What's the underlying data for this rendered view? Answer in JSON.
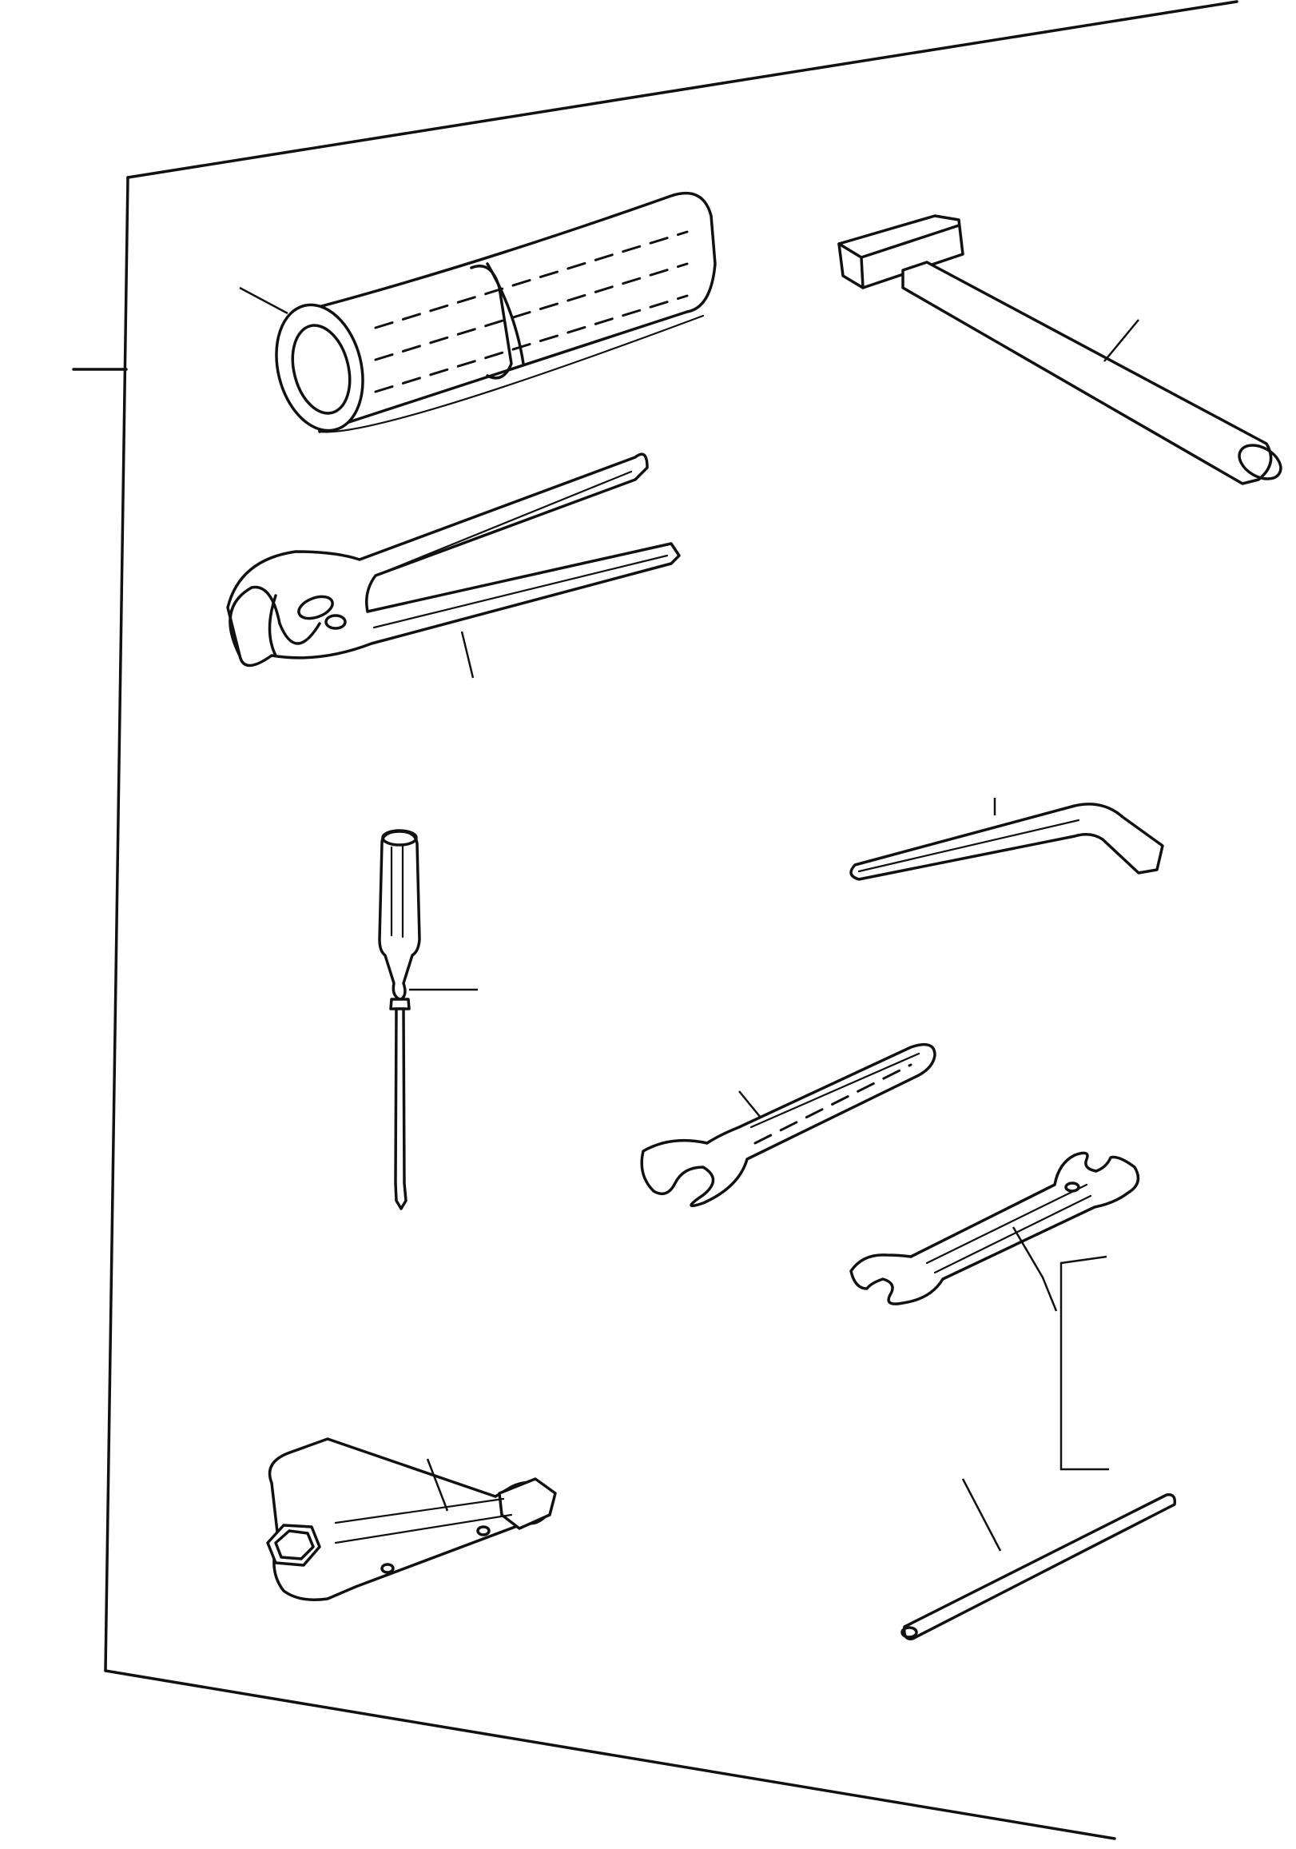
{
  "colors": {
    "ink": "#111111",
    "paper": "#ffffff"
  },
  "tools": [
    {
      "id": "tool-roll",
      "icon": "tool-roll-icon"
    },
    {
      "id": "hammer",
      "icon": "hammer-icon"
    },
    {
      "id": "pliers",
      "icon": "pliers-icon"
    },
    {
      "id": "hex-key",
      "icon": "hex-key-icon"
    },
    {
      "id": "screwdriver",
      "icon": "screwdriver-icon"
    },
    {
      "id": "single-open-end-wrench",
      "icon": "wrench-icon"
    },
    {
      "id": "double-open-end-wrench",
      "icon": "wrench-icon"
    },
    {
      "id": "tubular-box-spanner",
      "icon": "box-spanner-icon"
    },
    {
      "id": "tommy-bar",
      "icon": "tommy-bar-icon"
    }
  ]
}
